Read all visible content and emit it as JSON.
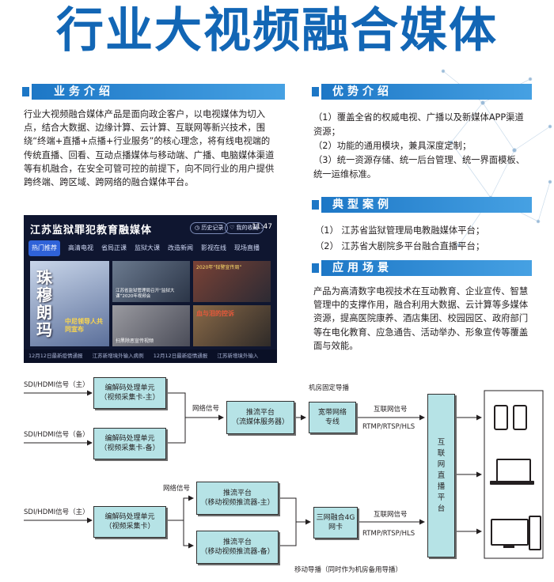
{
  "title": "行业大视频融合媒体",
  "sections": {
    "intro": {
      "heading": "业务介绍",
      "paragraph": "行业大视频融合媒体产品是面向政企客户，以电视媒体为切入点，结合大数据、边缘计算、云计算、互联网等新兴技术，围绕“终端+直播+点播+行业服务”的核心理念，将有线电视端的传统直播、回看、互动点播媒体与移动端、广播、电脑媒体渠道等有机融合，在安全可管可控的前提下，向不同行业的用户提供跨终端、跨区域、跨网络的融合媒体平台。"
    },
    "advantages": {
      "heading": "优势介绍",
      "items": [
        "（1）覆盖全省的权威电视、广播以及新媒体APP渠道资源；",
        "（2）功能的通用模块，兼具深度定制；",
        "（3）统一资源存储、统一后台管理、统一界面模板、统一运维标准。"
      ]
    },
    "cases": {
      "heading": "典型案例",
      "items": [
        "（1）  江苏省监狱管理局电教融媒体平台；",
        "（2）  江苏省大剧院多平台融合直播平台；"
      ]
    },
    "scenarios": {
      "heading": "应用场景",
      "paragraph": "产品为高清数字电视技术在互动教育、企业宣传、智慧管理中的支撑作用，融合利用大数据、云计算等多媒体资源，提高医院康养、酒店集团、校园园区、政府部门等在电化教育、应急通告、活动举办、形象宣传等覆盖面与效能。"
    }
  },
  "screenshot": {
    "brand": "江苏监狱罪犯教育融媒体",
    "history_btn": "历史记录",
    "fav_btn": "我的收藏",
    "time": "11:47",
    "tabs": [
      "热门推荐",
      "高清电视",
      "省局正课",
      "监狱大课",
      "改造新闻",
      "影视在线",
      "现场直播"
    ],
    "feature_title": "珠穆朗玛",
    "feature_sub": "中尼领导人共同宣布",
    "tiles": [
      "江苏省监狱管理局召开“监狱大课”2020年视频会",
      "2020年“狱警宣传周”",
      "扫黑除恶宣传视频",
      "血与泪的控诉"
    ],
    "ticker": [
      "12月12日最新疫情通报",
      "江苏新增境外输入病例",
      "12月12日最新疫情通报",
      "江苏新增境外输入"
    ]
  },
  "diagram": {
    "top": {
      "input_main": "SDI/HDMI信号（主）",
      "input_backup": "SDI/HDMI信号（备）",
      "encoder_main": [
        "编解码处理单元",
        "（视频采集卡-主）"
      ],
      "encoder_backup": [
        "编解码处理单元",
        "（视频采集卡-备）"
      ],
      "net_signal": "网络信号",
      "push": [
        "推流平台",
        "（流媒体服务器）"
      ],
      "room_label": "机房固定导播",
      "broadband": [
        "宽带网络",
        "专线"
      ],
      "internet_signal": "互联网信号",
      "protocols": "RTMP/RTSP/HLS"
    },
    "bottom": {
      "net_signal": "网络信号",
      "input": "SDI/HDMI信号（主）",
      "encoder": [
        "编解码处理单元",
        "（视频采集卡）"
      ],
      "push_main": [
        "推流平台",
        "（移动视频推流器-主）"
      ],
      "push_backup": [
        "推流平台",
        "（移动视频推流器-备）"
      ],
      "card": [
        "三网融合4G",
        "网卡"
      ],
      "internet_signal": "互联网信号",
      "protocols": "RTMP/RTSP/HLS",
      "mobile_label": "移动导播（同时作为机房备用导播）"
    },
    "platform": "互联网直播平台",
    "devices": [
      "phone-icon",
      "phone-icon",
      "laptop-icon",
      "desktop-icon"
    ]
  }
}
